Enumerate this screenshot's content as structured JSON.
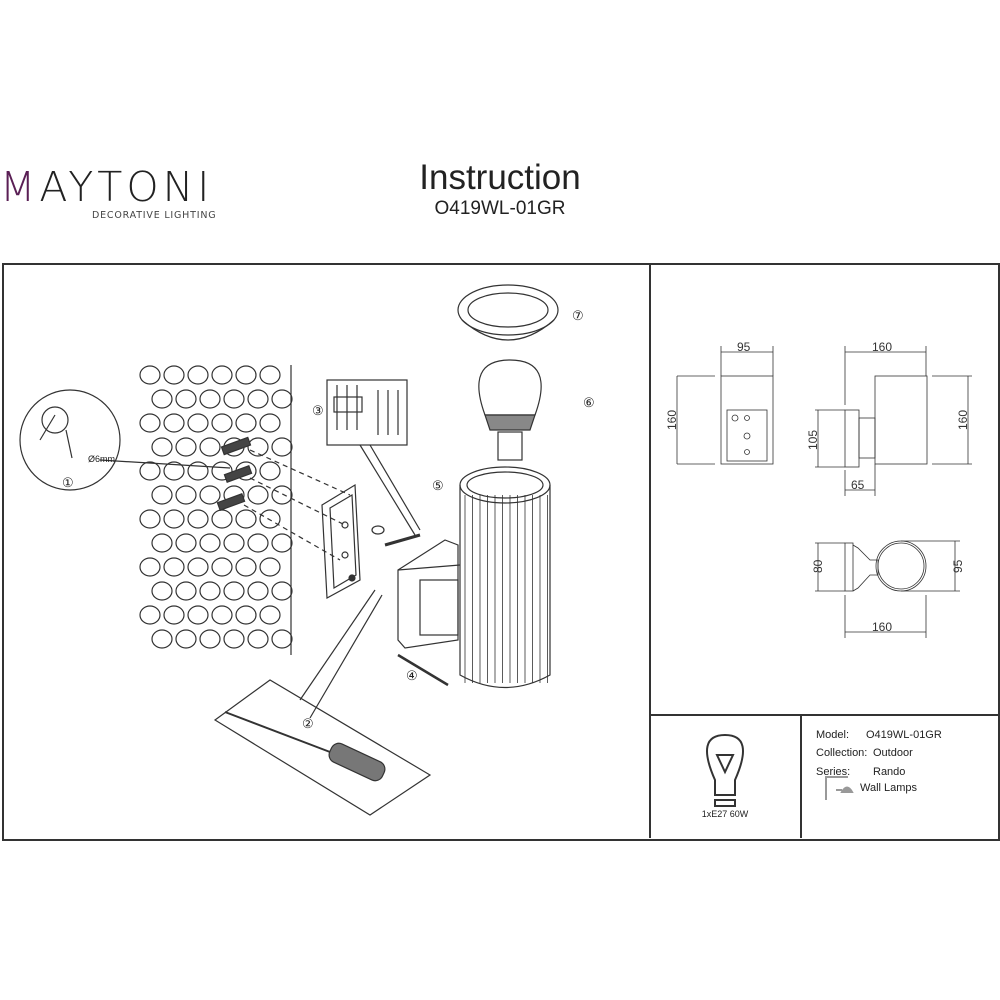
{
  "brand": {
    "name": "MAYTONI",
    "tagline": "DECORATIVE LIGHTING"
  },
  "header": {
    "title": "Instruction",
    "model": "O419WL-01GR"
  },
  "assembly": {
    "drill_label": "Ø6mm",
    "steps": [
      "①",
      "②",
      "③",
      "④",
      "⑤",
      "⑥",
      "⑦"
    ]
  },
  "dimensions": {
    "front": {
      "width": "95",
      "height": "160"
    },
    "side": {
      "width": "160",
      "height": "160",
      "mount_height": "105",
      "mount_depth": "65"
    },
    "top": {
      "width": "160",
      "mount": "80",
      "diameter": "95"
    }
  },
  "specs": {
    "bulb": "1xE27 60W",
    "model_label": "Model:",
    "model_value": "O419WL-01GR",
    "collection_label": "Collection:",
    "collection_value": "Outdoor",
    "series_label": "Series:",
    "series_value": "Rando",
    "type_value": "Wall Lamps"
  },
  "colors": {
    "accent": "#5a1f55",
    "line": "#333333"
  }
}
